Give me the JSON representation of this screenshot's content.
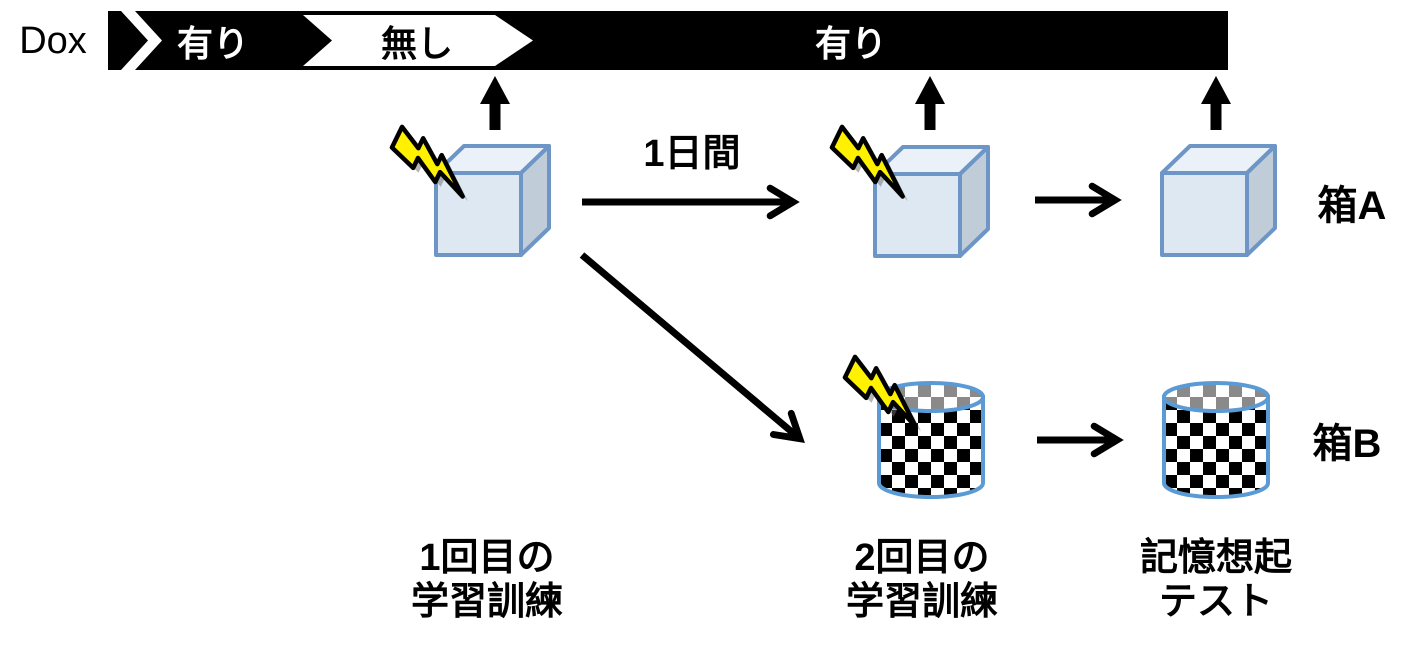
{
  "dox_label": "Dox",
  "timeline": {
    "segments": [
      {
        "label": "有り",
        "style": "black"
      },
      {
        "label": "無し",
        "style": "white"
      },
      {
        "label": "有り",
        "style": "black"
      }
    ]
  },
  "interval_label": "1日間",
  "box_labels": {
    "a": "箱A",
    "b": "箱B"
  },
  "stages": [
    {
      "line1": "1回目の",
      "line2": "学習訓練"
    },
    {
      "line1": "2回目の",
      "line2": "学習訓練"
    },
    {
      "line1": "記憶想起",
      "line2": "テスト"
    }
  ],
  "icons": {
    "lightning": "electric-shock-bolt",
    "cube": "context-box-a-cube",
    "cylinder": "context-box-b-checkered-cylinder",
    "up_arrow": "timeline-event-marker",
    "right_arrow": "sequence-arrow"
  },
  "colors": {
    "bar_black": "#000000",
    "segment_off_bg": "#ffffff",
    "cube_outline": "#6d96c6",
    "cube_front": "#dde8f3",
    "cube_top": "#eaf1f8",
    "cube_side": "#c1ccd9",
    "cylinder_outline": "#5b9bd5",
    "checker_dark": "#000000",
    "checker_gray": "#8a8a8a",
    "bolt_fill": "#fff100",
    "bolt_outline": "#000000",
    "arrow_color": "#000000"
  }
}
